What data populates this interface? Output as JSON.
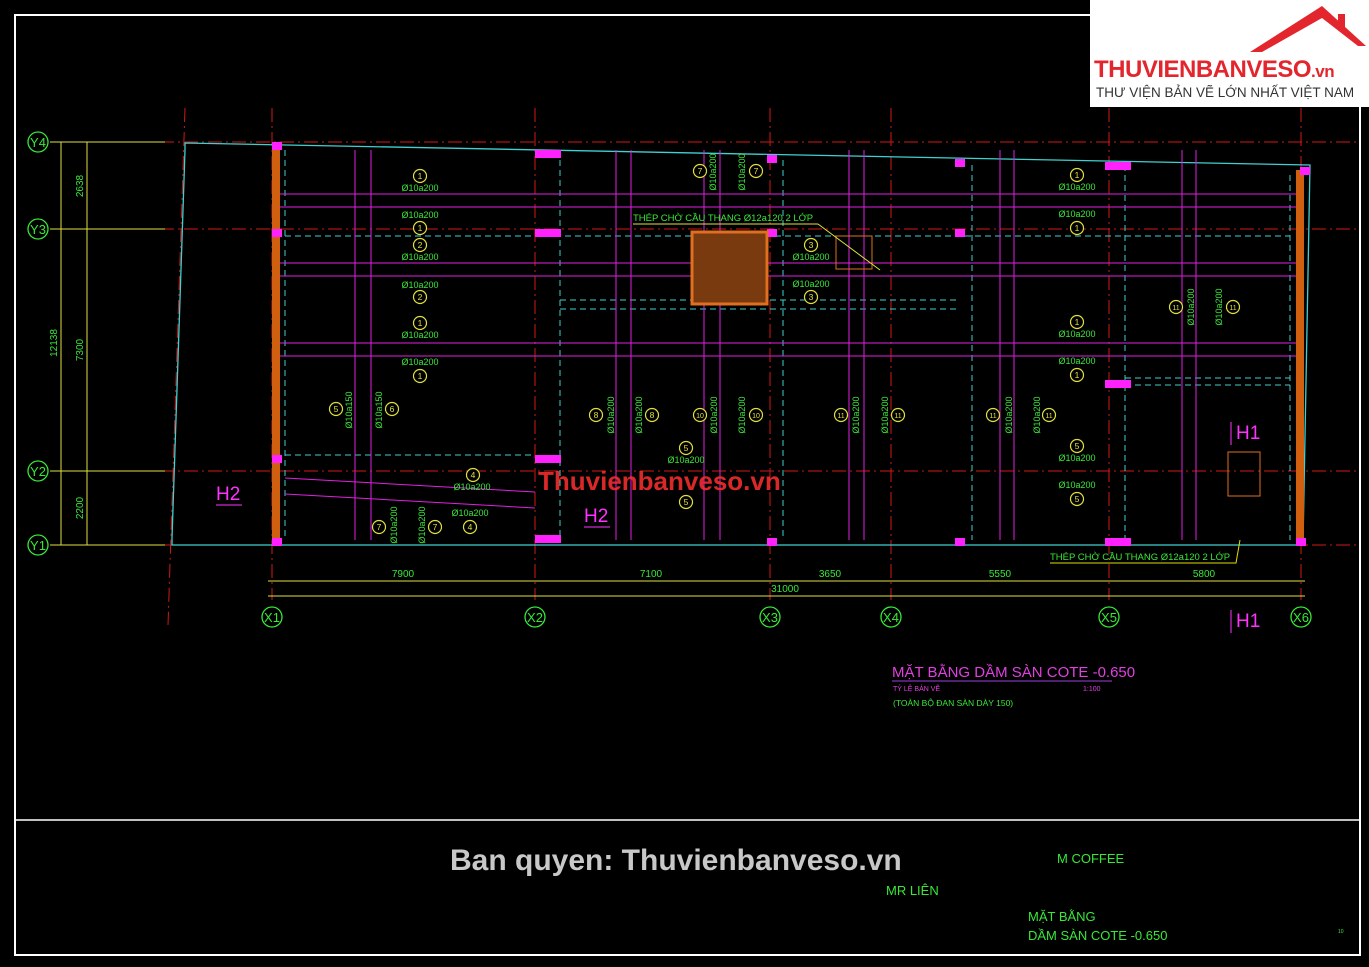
{
  "logo": {
    "brand": "THUVIENBANVESO",
    "brand_suffix": ".vn",
    "tagline": "THƯ VIỆN BẢN VẼ LỚN NHẤT VIỆT NAM"
  },
  "watermarks": {
    "center": "Thuvienbanveso.vn",
    "copyright": "Ban quyen: Thuvienbanveso.vn"
  },
  "grid": {
    "x_axes": [
      "X1",
      "X2",
      "X3",
      "X4",
      "X5",
      "X6"
    ],
    "y_axes": [
      "Y1",
      "Y2",
      "Y3",
      "Y4"
    ]
  },
  "dimensions": {
    "x_spans": [
      "7900",
      "7100",
      "3650",
      "5550",
      "5800"
    ],
    "x_total": "31000",
    "y_spans": [
      "2200",
      "7300",
      "2638"
    ],
    "y_total": "12138"
  },
  "sections": {
    "h1": "H1",
    "h2": "H2"
  },
  "notes": {
    "stair_top": "THÉP CHỜ CẦU THANG Ø12a120 2 LỚP",
    "stair_bottom": "THÉP CHỜ CẦU THANG Ø12a120 2 LỚP"
  },
  "rebar_labels": [
    "Ø10a200",
    "Ø10a200",
    "Ø10a200",
    "Ø10a200",
    "Ø10a200",
    "Ø10a200",
    "Ø10a200",
    "Ø10a200",
    "Ø10a200",
    "Ø10a200",
    "Ø10a200",
    "Ø10a200",
    "Ø10a200",
    "Ø10a200",
    "Ø10a200",
    "Ø10a200",
    "Ø10a200",
    "Ø10a150",
    "Ø10a150",
    "Ø10a200",
    "Ø10a200",
    "Ø10a200",
    "Ø10a200",
    "Ø10a200",
    "Ø10a200",
    "Ø10a200",
    "Ø10a200",
    "Ø10a200",
    "Ø10a200",
    "Ø10a200",
    "Ø10a200",
    "Ø10a200",
    "Ø10a200"
  ],
  "rebar_marks": [
    "1",
    "1",
    "2",
    "2",
    "1",
    "1",
    "7",
    "7",
    "3",
    "3",
    "1",
    "1",
    "1",
    "1",
    "5",
    "5",
    "11",
    "11",
    "5",
    "6",
    "8",
    "8",
    "10",
    "10",
    "11",
    "11",
    "11",
    "11",
    "5",
    "5",
    "4",
    "4",
    "7",
    "7"
  ],
  "drawing_title": {
    "title": "MẶT BẰNG DẦM SÀN COTE -0.650",
    "scale_label": "TỶ LỆ BẢN VẼ",
    "scale": "1:100",
    "note": "(TOÀN BỘ ĐAN SÀN DÀY 150)"
  },
  "title_block": {
    "project": "M COFFEE",
    "client": "MR LIÊN",
    "sheet_title_1": "MẶT BẰNG",
    "sheet_title_2": "DẦM SÀN COTE -0.650",
    "sheet_no": "10"
  }
}
